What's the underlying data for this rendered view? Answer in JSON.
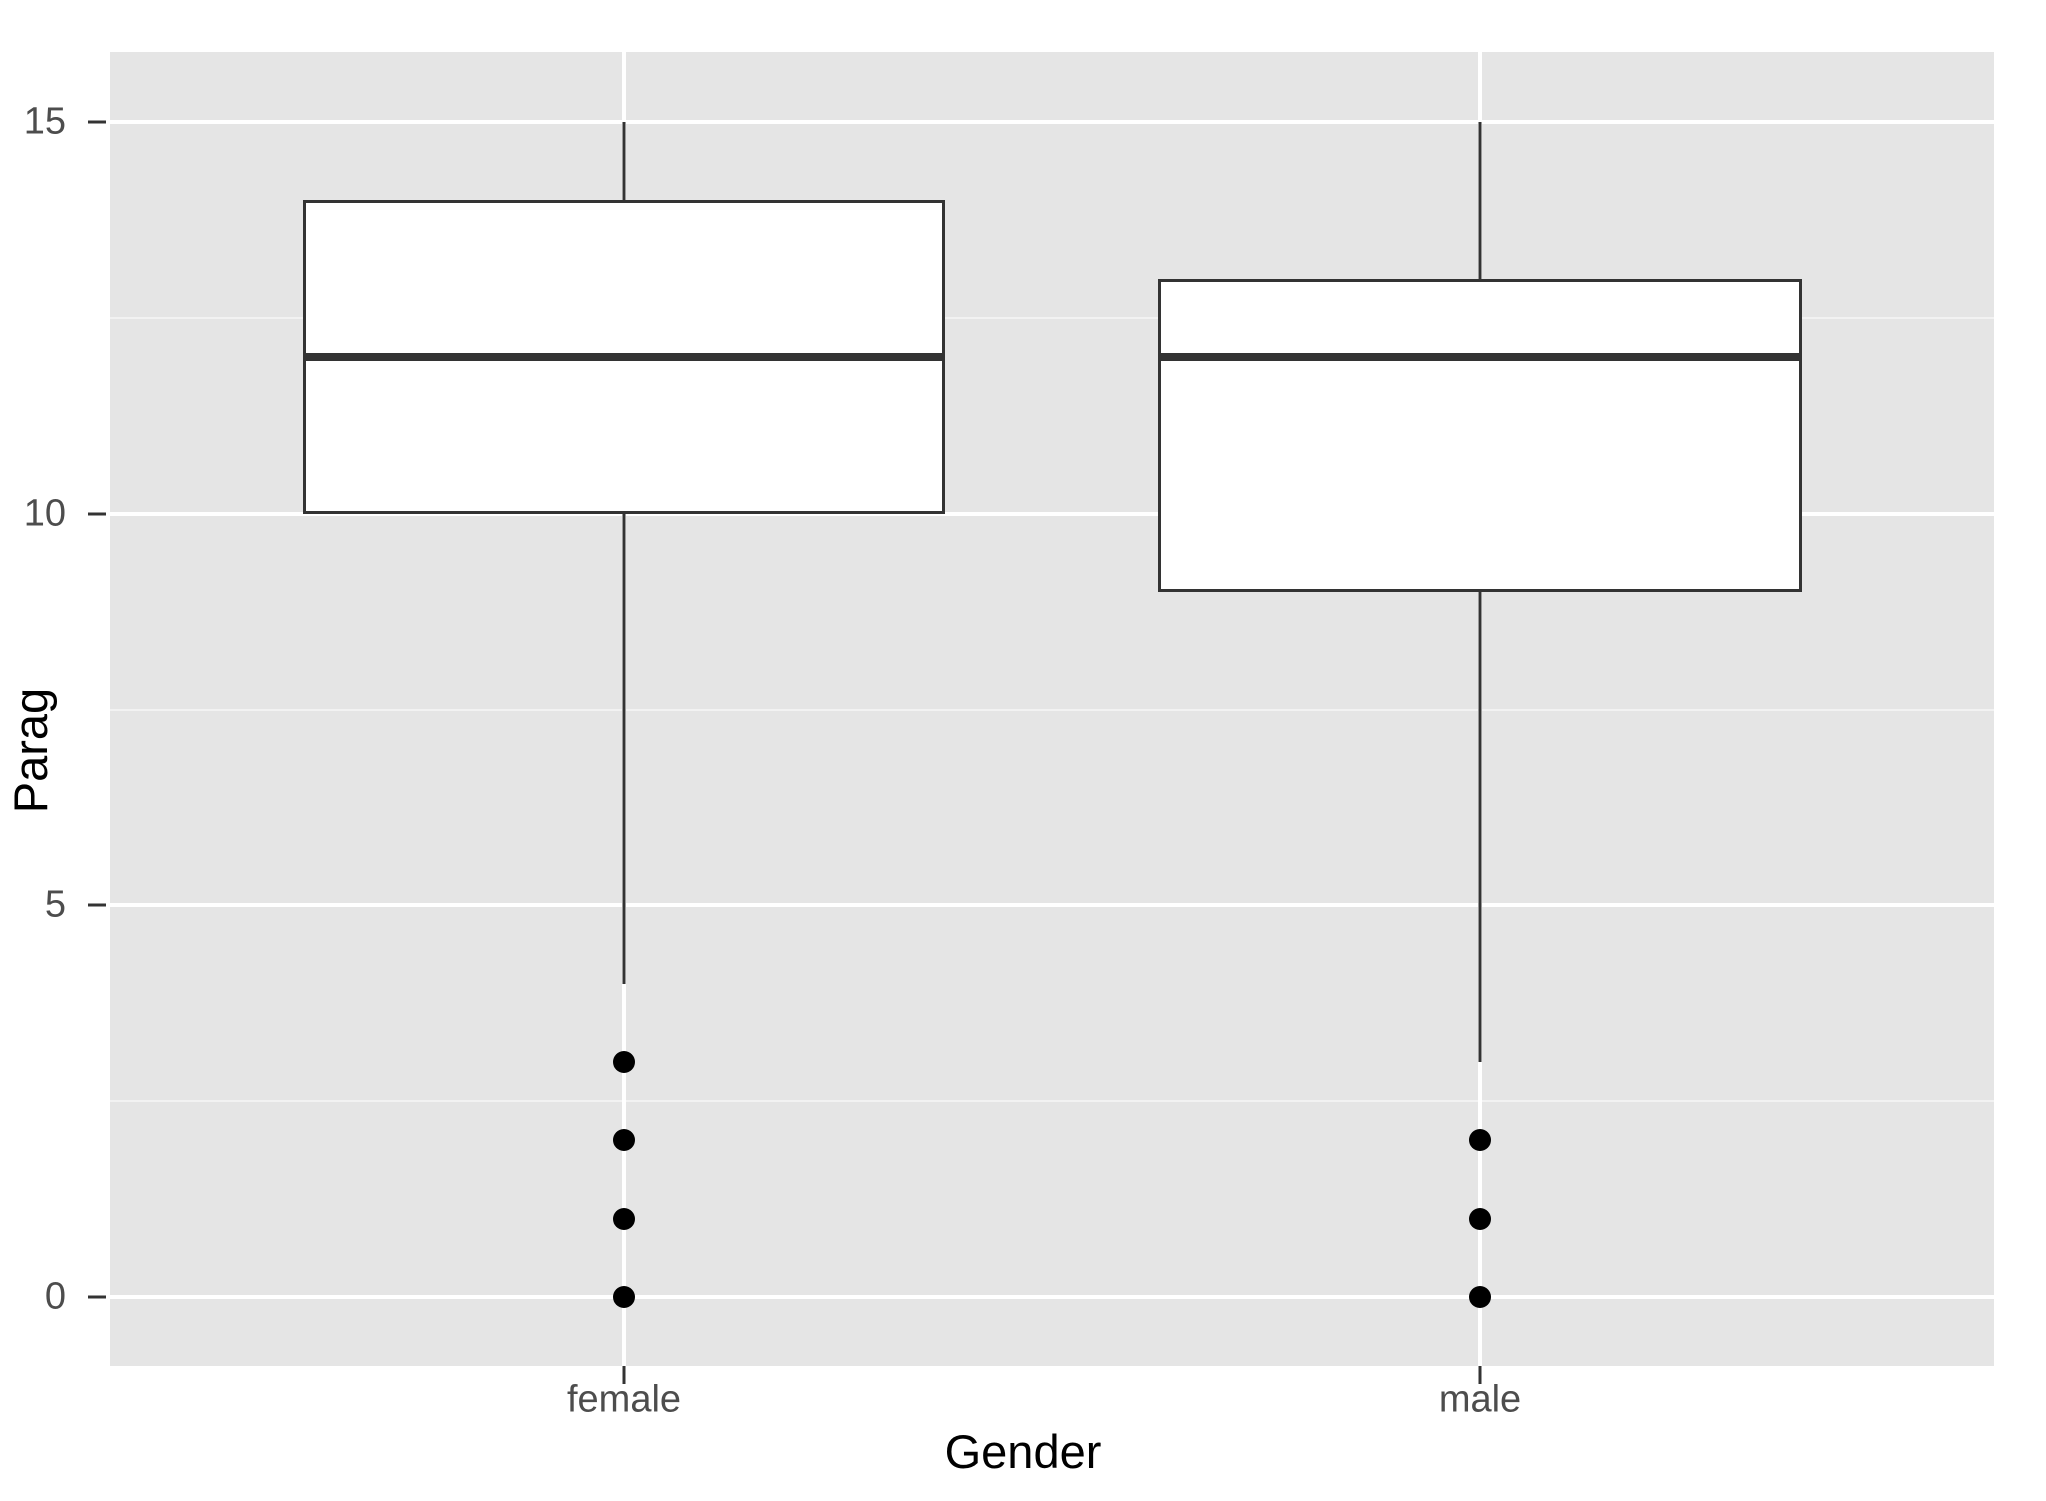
{
  "chart_data": {
    "type": "box",
    "title": "",
    "xlabel": "Gender",
    "ylabel": "Parag",
    "categories": [
      "female",
      "male"
    ],
    "x_tick_labels": [
      "female",
      "male"
    ],
    "y_tick_labels": [
      "0",
      "5",
      "10",
      "15"
    ],
    "y_ticks": [
      0,
      5,
      10,
      15
    ],
    "y_minor_ticks": [
      2.5,
      7.5,
      12.5
    ],
    "ylim": [
      -0.6,
      16.1
    ],
    "grid": true,
    "legend": "none",
    "series": [
      {
        "name": "female",
        "q1": 10,
        "median": 12,
        "q3": 14,
        "whisker_low": 4,
        "whisker_high": 15,
        "outliers": [
          3,
          2,
          1,
          0
        ]
      },
      {
        "name": "male",
        "q1": 9,
        "median": 12,
        "q3": 13,
        "whisker_low": 3,
        "whisker_high": 15,
        "outliers": [
          2,
          1,
          0
        ]
      }
    ],
    "colors": {
      "panel_background": "#e5e5e5",
      "grid_major": "#ffffff",
      "grid_minor": "#f2f2f2",
      "box_fill": "#ffffff",
      "box_line": "#333333",
      "outlier": "#000000",
      "axis_text": "#4d4d4d",
      "axis_title": "#000000",
      "plot_background": "#ffffff"
    }
  }
}
